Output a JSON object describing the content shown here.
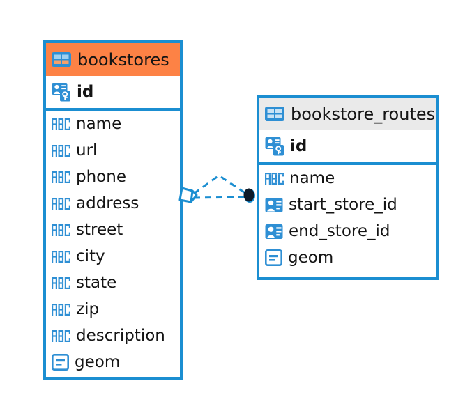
{
  "diagram": {
    "type": "entity-relationship-diagram",
    "background_color": "#ffffff",
    "accent_color": "#1b8ed1",
    "highlight_color": "#fd8245",
    "neutral_header_color": "#eaeaea"
  },
  "entities": [
    {
      "name": "bookstores",
      "header_icon": "table-icon",
      "header_style": "orange",
      "primary_keys": [
        {
          "label": "id",
          "icon": "primary-key-icon",
          "type_hint": "key"
        }
      ],
      "attributes": [
        {
          "label": "name",
          "icon": "abc-text-icon",
          "type_hint": "ABC"
        },
        {
          "label": "url",
          "icon": "abc-text-icon",
          "type_hint": "ABC"
        },
        {
          "label": "phone",
          "icon": "abc-text-icon",
          "type_hint": "ABC"
        },
        {
          "label": "address",
          "icon": "abc-text-icon",
          "type_hint": "ABC"
        },
        {
          "label": "street",
          "icon": "abc-text-icon",
          "type_hint": "ABC"
        },
        {
          "label": "city",
          "icon": "abc-text-icon",
          "type_hint": "ABC"
        },
        {
          "label": "state",
          "icon": "abc-text-icon",
          "type_hint": "ABC"
        },
        {
          "label": "zip",
          "icon": "abc-text-icon",
          "type_hint": "ABC"
        },
        {
          "label": "description",
          "icon": "abc-text-icon",
          "type_hint": "ABC"
        },
        {
          "label": "geom",
          "icon": "geometry-icon",
          "type_hint": "geometry"
        }
      ]
    },
    {
      "name": "bookstore_routes",
      "header_icon": "table-icon",
      "header_style": "gray",
      "primary_keys": [
        {
          "label": "id",
          "icon": "primary-key-icon",
          "type_hint": "key"
        }
      ],
      "attributes": [
        {
          "label": "name",
          "icon": "abc-text-icon",
          "type_hint": "ABC"
        },
        {
          "label": "start_store_id",
          "icon": "foreign-key-icon",
          "type_hint": "fk"
        },
        {
          "label": "end_store_id",
          "icon": "foreign-key-icon",
          "type_hint": "fk"
        },
        {
          "label": "geom",
          "icon": "geometry-icon",
          "type_hint": "geometry"
        }
      ]
    }
  ],
  "relationships": [
    {
      "from_entity": "bookstores",
      "to_entity": "bookstore_routes",
      "line_style": "dashed",
      "line_color": "#1b8ed1",
      "source_marker": "crows-foot-diamond",
      "target_marker": "filled-circle",
      "target_marker_color": "#0d1b2a",
      "branch_count": 2
    }
  ]
}
